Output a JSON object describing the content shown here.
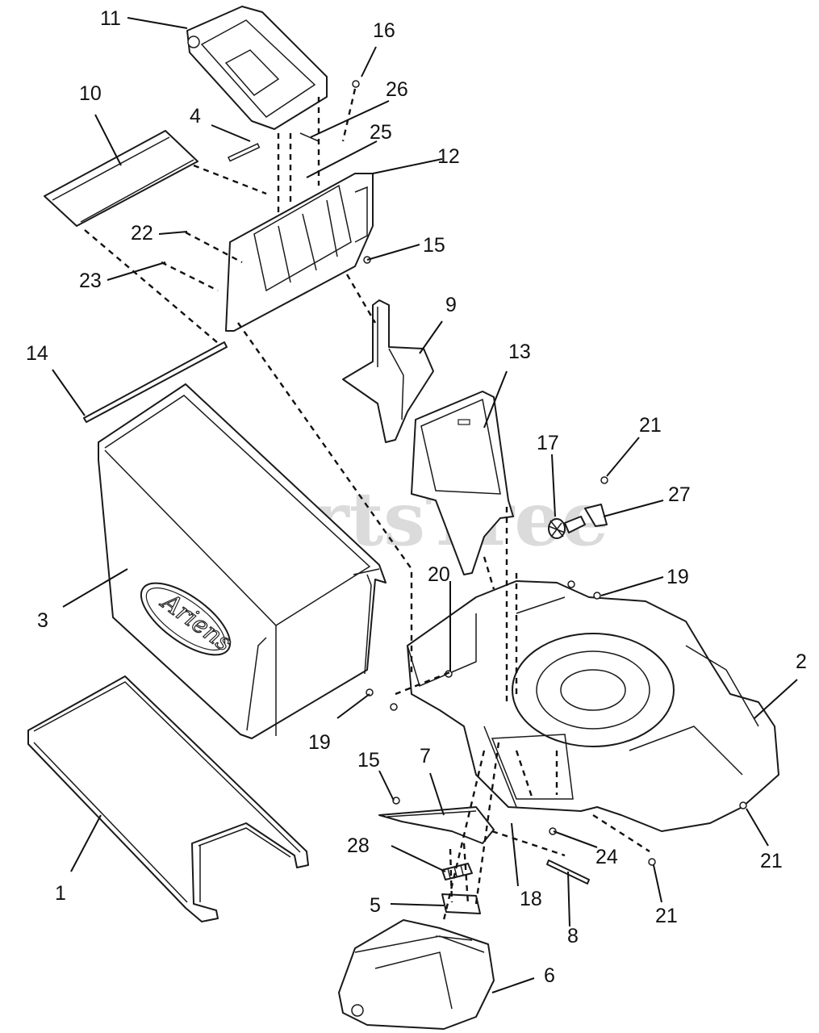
{
  "watermark": "PartsTree",
  "brand_logo_text": "Ariens",
  "callouts": {
    "c1": "1",
    "c2": "2",
    "c3": "3",
    "c4": "4",
    "c5": "5",
    "c6": "6",
    "c7": "7",
    "c8": "8",
    "c9": "9",
    "c10": "10",
    "c11": "11",
    "c12": "12",
    "c13": "13",
    "c14": "14",
    "c15a": "15",
    "c15b": "15",
    "c16": "16",
    "c17": "17",
    "c18": "18",
    "c19a": "19",
    "c19b": "19",
    "c20": "20",
    "c21a": "21",
    "c21b": "21",
    "c21c": "21",
    "c22": "22",
    "c23": "23",
    "c24": "24",
    "c25": "25",
    "c26": "26",
    "c27": "27",
    "c28": "28"
  }
}
